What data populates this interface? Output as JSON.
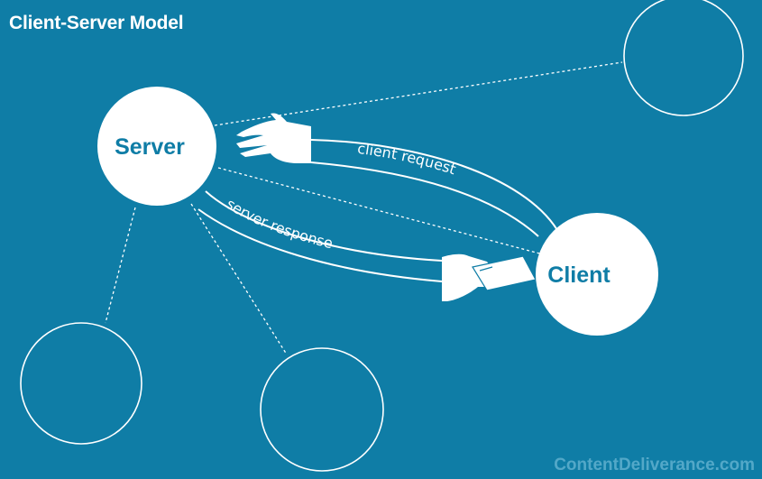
{
  "title": "Client-Server Model",
  "nodes": {
    "server": "Server",
    "client": "Client"
  },
  "flows": {
    "request": "client request",
    "response": "server response"
  },
  "watermark": "ContentDeliverance.com",
  "colors": {
    "background": "#0f7da6",
    "foreground": "#ffffff"
  }
}
